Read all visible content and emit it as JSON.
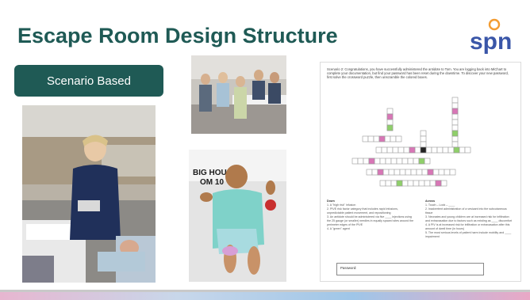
{
  "slide": {
    "title": "Escape Room Design Structure",
    "badge_label": "Scenario Based",
    "logo_text": "spn"
  },
  "colors": {
    "title": "#1f5a55",
    "badge": "#1f5a55",
    "logo_blue": "#3a56a8",
    "logo_pink": "#e0357e",
    "logo_orange": "#f39c32"
  },
  "photos": [
    {
      "name": "classroom-participant-photo"
    },
    {
      "name": "team-activity-photo"
    },
    {
      "name": "manikin-photo",
      "sign_line1": "BIG HOU",
      "sign_line2": "OM 10"
    }
  ],
  "document": {
    "intro": "Scenario 2: Congratulations, you have successfully administered the antidote to Tom. You are logging back into MiChart to complete your documentation, but find your password has been reset during the downtime. To discover your new password, first solve the crossword puzzle, then unscramble the colored boxes.",
    "down_heading": "Down",
    "down_clues": [
      "1.  A \"high risk\" infusion",
      "2.  PIVE risk factor category that includes rapid infusions, unpredictable patient movement, and repositioning",
      "3.  An antidote should be administered via five ____ injections using the 25 gauge (or smaller) needles in equally spaced sites around the perimeter edges of the PIVE",
      "4.  A \"green\" agent"
    ],
    "across_heading": "Across",
    "across_clues": [
      "1.  Touch – Look – ____",
      "2.  Inadvertent administration of a vesicant into the subcutaneous tissue",
      "3.  Neonates and young children are at increased risk for infiltration and extravasation due to factors such as existing as ____ discomfort",
      "4.  A PIV is at increased risk for infiltration or extravasation after this amount of dwell time (in hours)",
      "5.  The most serious levels of patient harm include mobility and ____ impairment"
    ],
    "password_label": "Password:"
  }
}
